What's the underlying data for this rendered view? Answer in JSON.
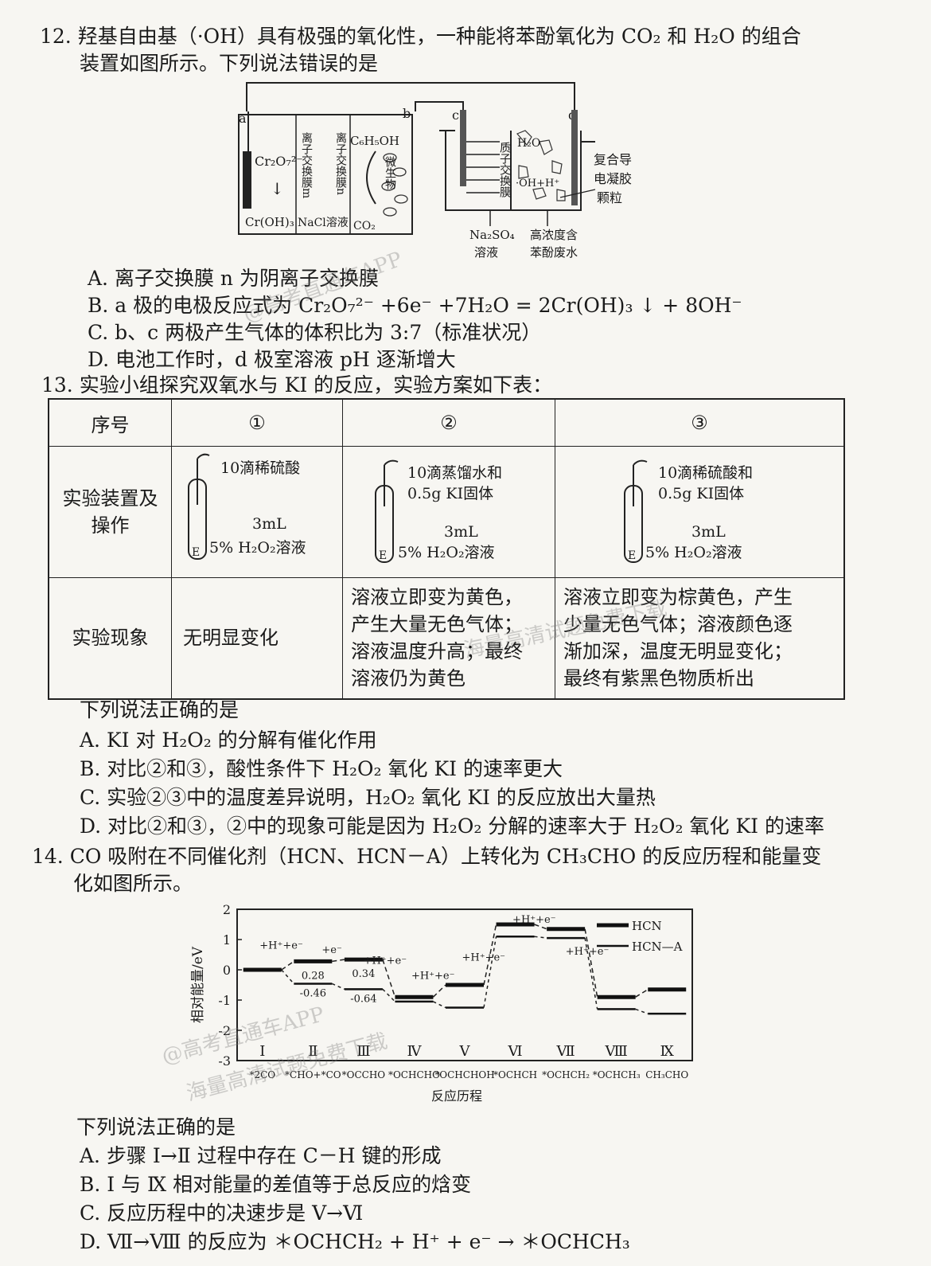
{
  "q12": {
    "stem_line1": "12. 羟基自由基（·OH）具有极强的氧化性，一种能将苯酚氧化为 CO₂ 和 H₂O 的组合",
    "stem_line2": "装置如图所示。下列说法错误的是",
    "diagram": {
      "electrode_a": "a",
      "electrode_b": "b",
      "electrode_c": "c",
      "electrode_d": "d",
      "cr2o7": "Cr₂O₇²⁻",
      "croh3": "Cr(OH)₃",
      "membrane_m": "离子交换膜m",
      "membrane_n": "离子交换膜n",
      "nacl": "NaCl溶液",
      "c6h5oh": "C₆H₅OH",
      "microbe": "微生物",
      "co2": "CO₂",
      "proton_membrane": "质子交换膜",
      "h2o": "H₂O",
      "oh_h": "·OH+H⁺",
      "gel_label1": "复合导",
      "gel_label2": "电凝胶",
      "gel_label3": "颗粒",
      "na2so4_1": "Na₂SO₄",
      "na2so4_2": "溶液",
      "waste_1": "高浓度含",
      "waste_2": "苯酚废水"
    },
    "options": [
      "A.  离子交换膜 n 为阴离子交换膜",
      "B.  a 极的电极反应式为 Cr₂O₇²⁻ +6e⁻ +7H₂O = 2Cr(OH)₃ ↓ + 8OH⁻",
      "C.  b、c 两极产生气体的体积比为 3:7（标准状况）",
      "D.  电池工作时，d 极室溶液 pH 逐渐增大"
    ]
  },
  "q13": {
    "stem": "13.  实验小组探究双氧水与 KI 的反应，实验方案如下表：",
    "headers": [
      "序号",
      "①",
      "②",
      "③"
    ],
    "row_setup_label": [
      "实验装置及",
      "操作"
    ],
    "setups": [
      {
        "add1": "10滴稀硫酸",
        "add2": "",
        "vol": "3mL",
        "sol": "5% H₂O₂溶液"
      },
      {
        "add1": "10滴蒸馏水和",
        "add2": "0.5g KI固体",
        "vol": "3mL",
        "sol": "5% H₂O₂溶液"
      },
      {
        "add1": "10滴稀硫酸和",
        "add2": "0.5g KI固体",
        "vol": "3mL",
        "sol": "5% H₂O₂溶液"
      }
    ],
    "row_obs_label": "实验现象",
    "observations": [
      [
        "无明显变化"
      ],
      [
        "溶液立即变为黄色，",
        "产生大量无色气体；",
        "溶液温度升高；最终",
        "溶液仍为黄色"
      ],
      [
        "溶液立即变为棕黄色，产生",
        "少量无色气体；溶液颜色逐",
        "渐加深，温度无明显变化；",
        "最终有紫黑色物质析出"
      ]
    ],
    "prompt": "下列说法正确的是",
    "options": [
      "A.  KI 对 H₂O₂ 的分解有催化作用",
      "B.  对比②和③，酸性条件下 H₂O₂ 氧化 KI 的速率更大",
      "C.  实验②③中的温度差异说明，H₂O₂ 氧化 KI 的反应放出大量热",
      "D.  对比②和③，②中的现象可能是因为 H₂O₂ 分解的速率大于 H₂O₂ 氧化 KI 的速率"
    ]
  },
  "q14": {
    "stem_line1": "14.  CO 吸附在不同催化剂（HCN、HCN－A）上转化为 CH₃CHO 的反应历程和能量变",
    "stem_line2": "化如图所示。",
    "prompt": "下列说法正确的是",
    "options": [
      "A.  步骤 Ⅰ→Ⅱ 过程中存在 C－H 键的形成",
      "B.  Ⅰ 与 Ⅸ 相对能量的差值等于总反应的焓变",
      "C.  反应历程中的决速步是 Ⅴ→Ⅵ",
      "D.  Ⅶ→Ⅷ 的反应为 ＊OCHCH₂ + H⁺ + e⁻ → ＊OCHCH₃"
    ]
  },
  "chart_data": {
    "type": "line",
    "ylabel": "相对能量/eV",
    "xlabel": "反应历程",
    "ylim": [
      -3,
      2
    ],
    "yticks": [
      "2",
      "1",
      "0",
      "-1",
      "-2",
      "-3"
    ],
    "categories": [
      "Ⅰ",
      "Ⅱ",
      "Ⅲ",
      "Ⅳ",
      "Ⅴ",
      "Ⅵ",
      "Ⅶ",
      "Ⅷ",
      "Ⅸ"
    ],
    "species": [
      "*2CO",
      "*CHO+*CO",
      "*OCCHO",
      "*OCHCHO",
      "*OCHCHOH",
      "*OCHCH",
      "*OCHCH₂",
      "*OCHCH₃",
      "CH₃CHO"
    ],
    "series": [
      {
        "name": "HCN",
        "values": [
          0,
          0.28,
          0.34,
          -0.9,
          -0.5,
          1.5,
          1.35,
          -0.9,
          -0.65
        ]
      },
      {
        "name": "HCN—A",
        "values": [
          0,
          -0.46,
          -0.64,
          -1.05,
          -1.25,
          1.1,
          1.05,
          -1.3,
          -1.45
        ]
      }
    ],
    "labels": [
      "0.28",
      "0.34",
      "-0.46",
      "-0.64"
    ],
    "step_labels": [
      "+H⁺+e⁻",
      "+e⁻",
      "+H⁺+e⁻",
      "+H⁺+e⁻",
      "+H⁺+e⁻",
      "+H⁺+e⁻",
      "+H⁺+e⁻"
    ],
    "legend": "right"
  },
  "watermarks": [
    "@高考直通车APP",
    "海量高清试题免费下载"
  ]
}
